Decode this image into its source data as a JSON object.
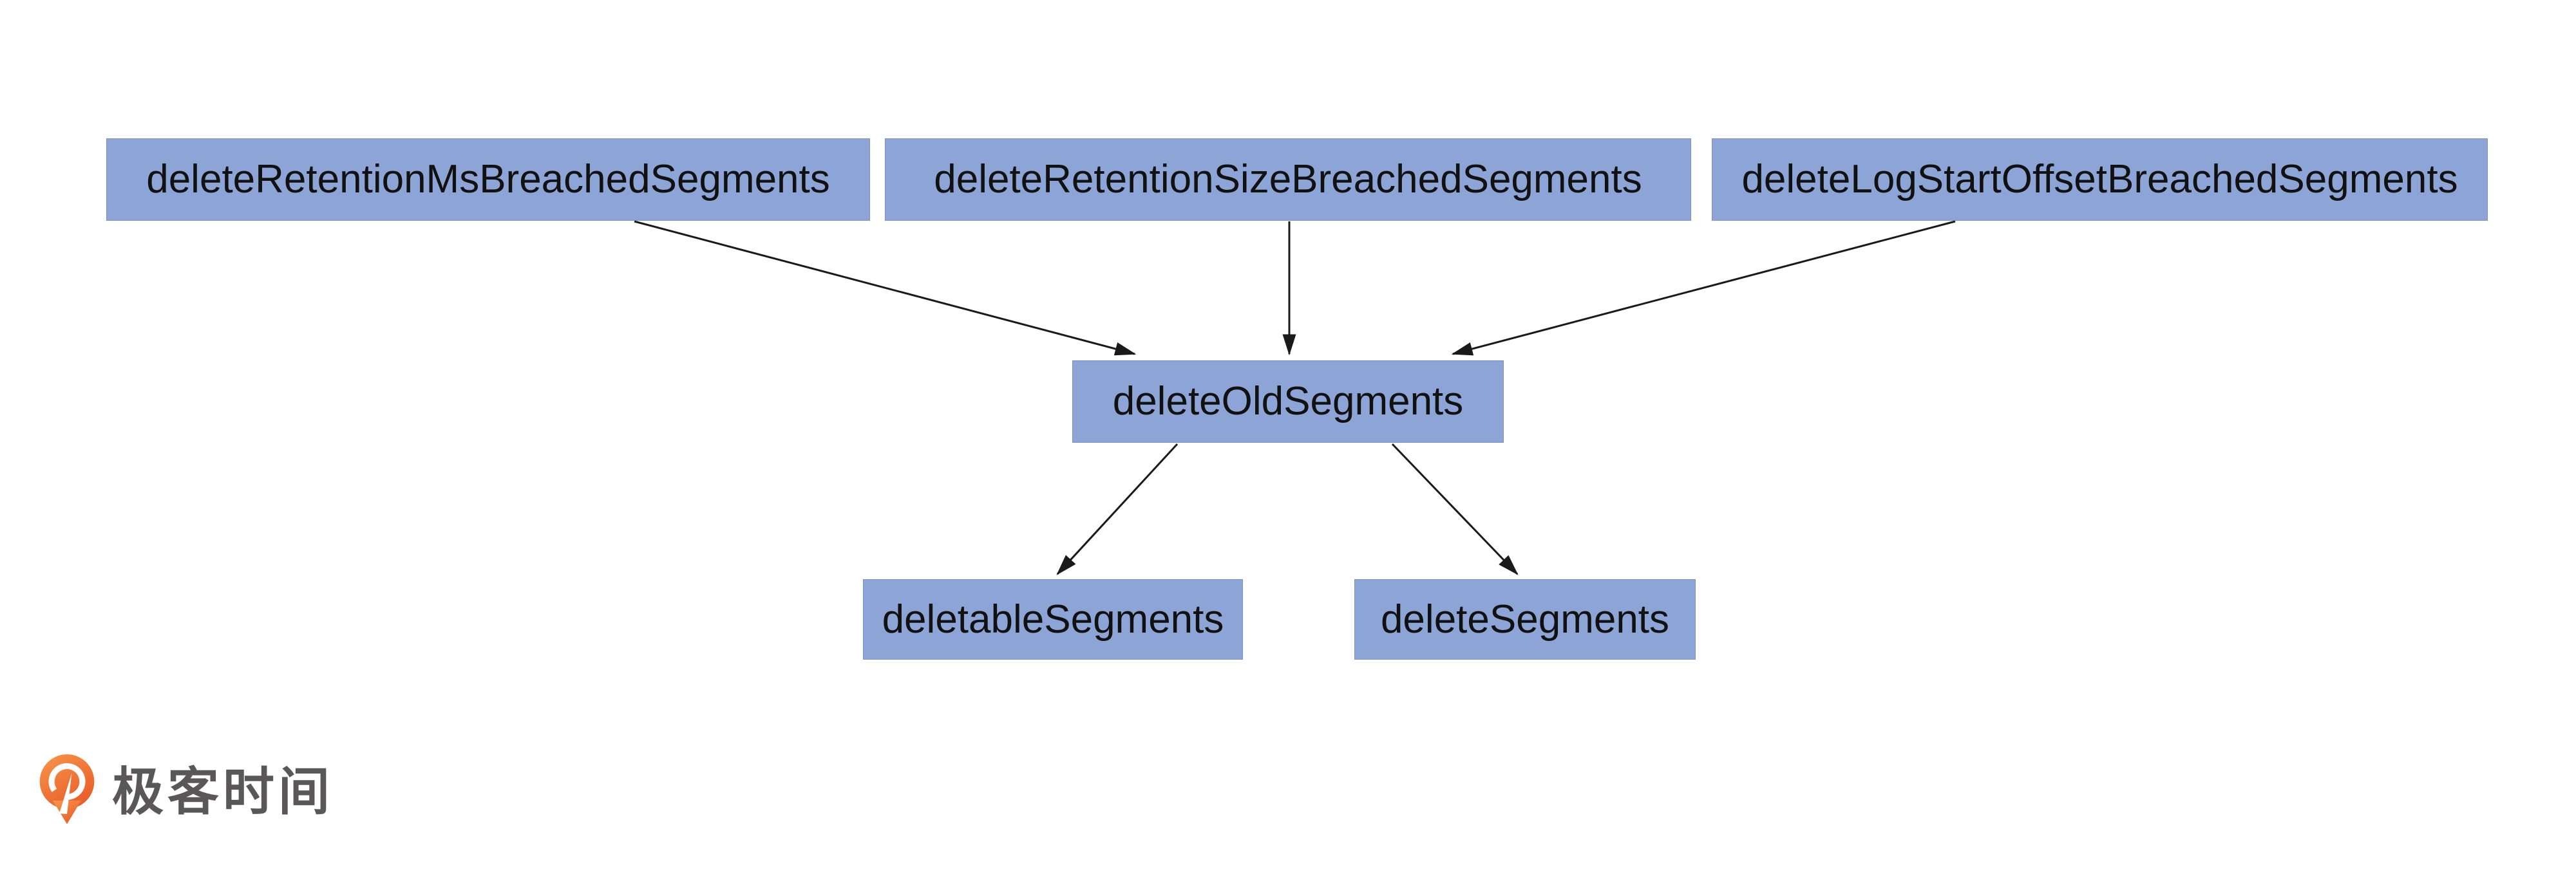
{
  "diagram": {
    "nodes": [
      {
        "id": "deleteRetentionMsBreachedSegments",
        "label": "deleteRetentionMsBreachedSegments"
      },
      {
        "id": "deleteRetentionSizeBreachedSegments",
        "label": "deleteRetentionSizeBreachedSegments"
      },
      {
        "id": "deleteLogStartOffsetBreachedSegments",
        "label": "deleteLogStartOffsetBreachedSegments"
      },
      {
        "id": "deleteOldSegments",
        "label": "deleteOldSegments"
      },
      {
        "id": "deletableSegments",
        "label": "deletableSegments"
      },
      {
        "id": "deleteSegments",
        "label": "deleteSegments"
      }
    ],
    "edges": [
      {
        "from": "deleteRetentionMsBreachedSegments",
        "to": "deleteOldSegments"
      },
      {
        "from": "deleteRetentionSizeBreachedSegments",
        "to": "deleteOldSegments"
      },
      {
        "from": "deleteLogStartOffsetBreachedSegments",
        "to": "deleteOldSegments"
      },
      {
        "from": "deleteOldSegments",
        "to": "deletableSegments"
      },
      {
        "from": "deleteOldSegments",
        "to": "deleteSegments"
      }
    ],
    "colors": {
      "background": "#ffffff",
      "node_fill": "#8DA4D6",
      "node_text": "#111111",
      "arrow": "#1a1a1a"
    }
  },
  "logo": {
    "brand_text": "极客时间",
    "text_color": "#595757",
    "icon": "geektime-pin-icon",
    "icon_orange_light": "#F7964A",
    "icon_orange_dark": "#E95F2B"
  }
}
